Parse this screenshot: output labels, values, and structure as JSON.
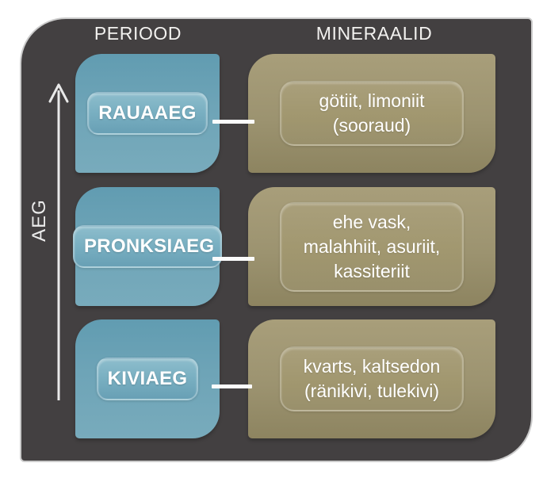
{
  "headers": {
    "period": "PERIOOD",
    "minerals": "MINERAALID"
  },
  "axis": {
    "label": "AEG"
  },
  "rows": [
    {
      "period": "RAUAAEG",
      "minerals": [
        "götiit, limoniit",
        "(sooraud)"
      ]
    },
    {
      "period": "PRONKSIAEG",
      "minerals": [
        "ehe vask,",
        "malahhiit, asuriit,",
        "kassiteriit"
      ]
    },
    {
      "period": "KIVIAEG",
      "minerals": [
        "kvarts, kaltsedon",
        "(ränikivi, tulekivi)"
      ]
    }
  ],
  "colors": {
    "panel_background": "#434041",
    "panel_border": "#cbcbcb",
    "period_box": "#6ea4b7",
    "period_chip": "#7ab0c2",
    "mineral_box": "#9c9370",
    "mineral_chip": "#a1976f",
    "connector": "#fcfcfc",
    "text": "#ffffff",
    "header_text": "#f2f1ef",
    "axis_arrow": "#e9e9e9"
  }
}
